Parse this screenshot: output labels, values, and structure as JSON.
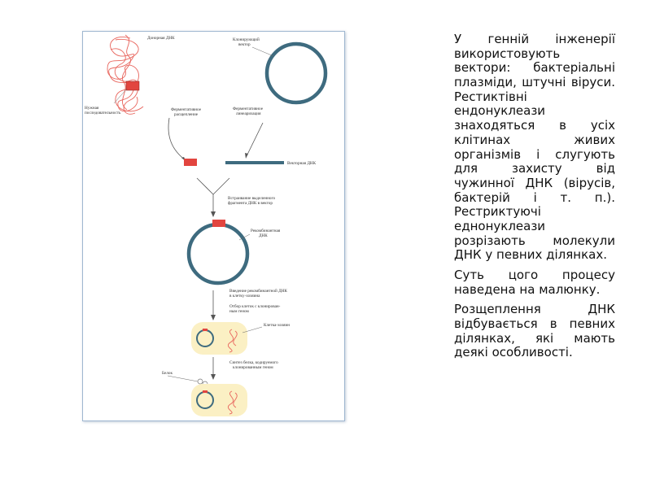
{
  "figure": {
    "labels": {
      "donor_dna": "Донорная ДНК",
      "cloning_vector_1": "Клонирующий",
      "cloning_vector_2": "вектор",
      "needed_seq_1": "Нужная",
      "needed_seq_2": "последовательность",
      "enzymatic_cut_1": "Ферментативное",
      "enzymatic_cut_2": "расщепление",
      "enzymatic_nick_1": "Ферментативное",
      "enzymatic_nick_2": "линеаризация",
      "vector_dna": "Векторная ДНК",
      "insertion_1": "Встраивание выделенного",
      "insertion_2": "фрагмента ДНК в вектор",
      "recombinant_1": "Рекомбинантная",
      "recombinant_2": "ДНК",
      "intro_1": "Введение рекомбинантной ДНК",
      "intro_2": "в клетку-хозяина",
      "select_1": "Отбор клеток с клонирован-",
      "select_2": "ным геном",
      "host_cell": "Клетка-хозяин",
      "synth_1": "Синтез белка, кодируемого",
      "synth_2": "клонированным геном",
      "protein": "Белок"
    },
    "colors": {
      "fragment": "#e2453f",
      "vector": "#3e6b7f",
      "donor": "#e8645c",
      "cell": "#fbf0c4",
      "arrow": "#555555"
    }
  },
  "text": {
    "p1": "У генній інженерії використовують вектори: бактеріальні плазміди, штучні віруси. Рестиктівні ендонуклеази знаходяться в усіх клітинах живих організмів і слугують для захисту від чужинної ДНК (вірусів, бактерій і т. п.). Рестриктуючі еднонуклеази розрізають молекули ДНК у певних ділянках.",
    "p2": "Суть цого процесу наведена на малюнку.",
    "p3": "Розщеплення ДНК відбувається в певних ділянках, які мають деякі особливості."
  }
}
